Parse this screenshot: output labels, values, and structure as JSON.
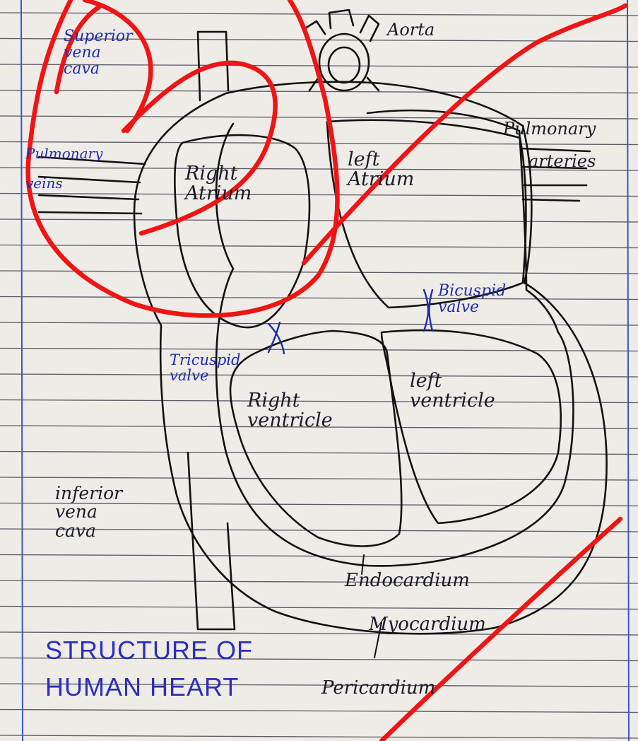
{
  "diagram": {
    "title_line1": "STRUCTURE OF",
    "title_line2": "HUMAN HEART",
    "labels": {
      "superior_vena_cava": "Superior\nvena\ncava",
      "aorta": "Aorta",
      "pulmonary_veins": "Pulmonary\nveins",
      "pulmonary_arteries": "Pulmonary\narteries",
      "right_atrium": "Right\nAtrium",
      "left_atrium": "left\nAtrium",
      "bicuspid_valve": "Bicuspid\nvalve",
      "tricuspid_valve": "Tricuspid\nvalve",
      "right_ventricle": "Right\nventricle",
      "left_ventricle": "left\nventricle",
      "inferior_vena_cava": "inferior\nvena\ncava",
      "endocardium": "Endocardium",
      "myocardium": "Myocardium",
      "pericardium": "Pericardium"
    }
  },
  "colors": {
    "ink": "#1b1b2a",
    "blue_ink": "#1e2cb0",
    "red_marker": "#f01414",
    "ruled_line": "#2a2a3a",
    "margin_line": "#3b56c8",
    "paper": "#efece7"
  }
}
